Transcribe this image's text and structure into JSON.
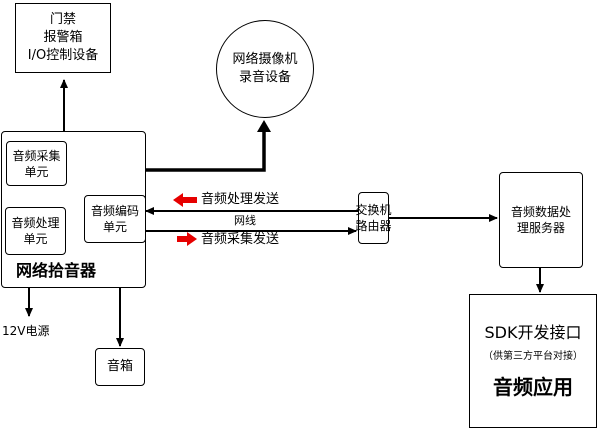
{
  "nodes": {
    "door_alarm": {
      "lines": [
        "门禁",
        "报警箱",
        "I/O控制设备"
      ]
    },
    "camera": {
      "lines": [
        "网络摄像机",
        "录音设备"
      ]
    },
    "pickup": {
      "label": "网络拾音器"
    },
    "audio_capture": {
      "lines": [
        "音频采集",
        "单元"
      ]
    },
    "audio_process": {
      "lines": [
        "音频处理",
        "单元"
      ]
    },
    "audio_encode": {
      "lines": [
        "音频编码",
        "单元"
      ]
    },
    "switch": {
      "lines": [
        "交换机",
        "路由器"
      ]
    },
    "server": {
      "lines": [
        "音频数据处",
        "理服务器"
      ]
    },
    "sdk": {
      "title": "SDK开发接口",
      "subtitle": "（供第三方平台对接）",
      "app": "音频应用"
    },
    "speaker": {
      "label": "音箱"
    }
  },
  "labels": {
    "send_processed": "音频处理发送",
    "network": "网线",
    "send_capture": "音频采集发送",
    "power": "12V电源"
  },
  "colors": {
    "line": "#000000",
    "accent_arrow": "#e60000"
  }
}
